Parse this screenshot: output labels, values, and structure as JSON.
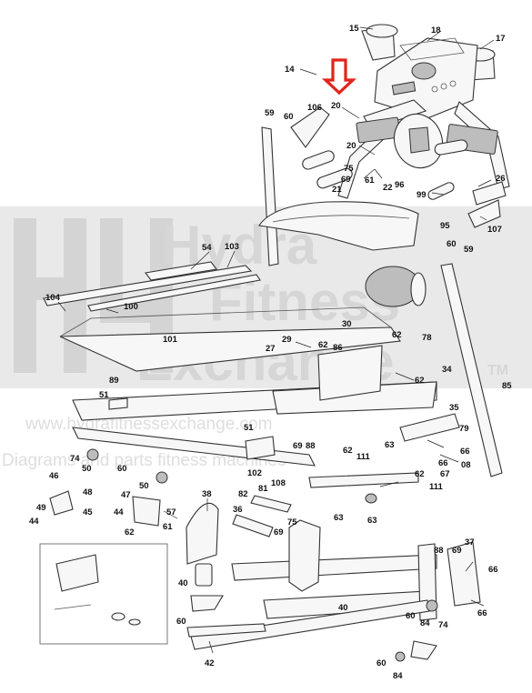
{
  "watermark": {
    "brand_line1": "Hydra",
    "brand_line2": "Fitness",
    "brand_line3": "Exchange",
    "tm": "TM",
    "url": "www.hydrafitnessexchange.com",
    "tagline": "Diagrams and parts fitness machines"
  },
  "highlight": {
    "color": "#e2231a",
    "target_part": "20"
  },
  "callouts": [
    "15",
    "18",
    "17",
    "14",
    "20",
    "59",
    "60",
    "106",
    "20",
    "75",
    "69",
    "61",
    "96",
    "21",
    "22",
    "26",
    "99",
    "95",
    "107",
    "60",
    "59",
    "54",
    "103",
    "104",
    "100",
    "30",
    "29",
    "86",
    "62",
    "78",
    "27",
    "62",
    "34",
    "101",
    "89",
    "51",
    "62",
    "85",
    "35",
    "79",
    "63",
    "66",
    "66",
    "67",
    "08",
    "51",
    "69",
    "88",
    "62",
    "111",
    "74",
    "50",
    "60",
    "102",
    "108",
    "62",
    "46",
    "48",
    "49",
    "45",
    "44",
    "47",
    "57",
    "44",
    "61",
    "62",
    "50",
    "82",
    "81",
    "38",
    "36",
    "75",
    "63",
    "63",
    "111",
    "69",
    "88",
    "37",
    "69",
    "66",
    "40",
    "40",
    "60",
    "84",
    "74",
    "66",
    "60",
    "42",
    "60",
    "84"
  ]
}
